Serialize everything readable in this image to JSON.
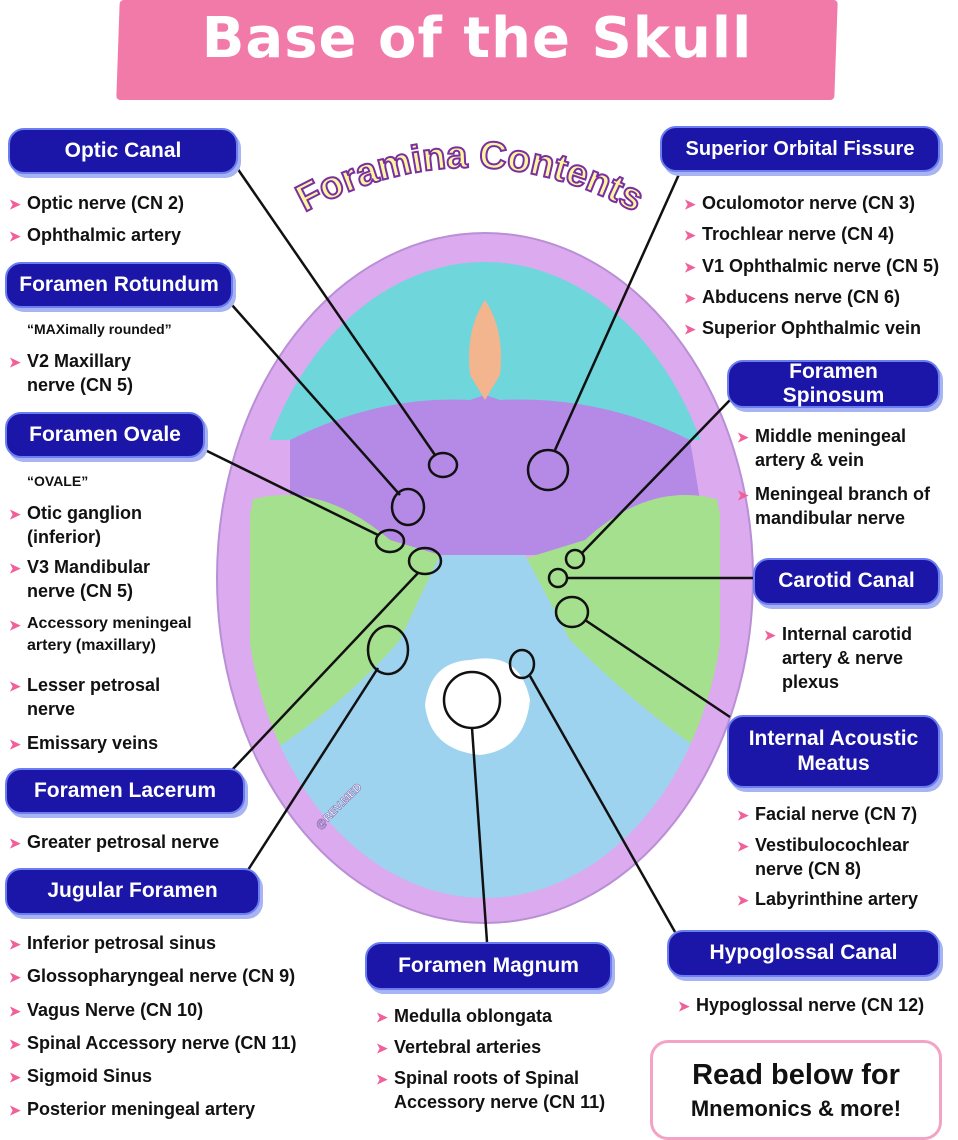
{
  "title": "Base of the Skull",
  "subtitle": "Foramina Contents",
  "watermark": "@REV.MED",
  "colors": {
    "banner": "#f27aa9",
    "label_bg": "#1c16a8",
    "arrow": "#f0609a",
    "cyan": "#6fd6dc",
    "purple": "#b48ae6",
    "green": "#a5e08f",
    "blue": "#9ed3ef",
    "ring": "#dcaaee"
  },
  "optic": {
    "label": "Optic Canal",
    "items": [
      "Optic nerve (CN 2)",
      "Ophthalmic artery"
    ]
  },
  "rotundum": {
    "label": "Foramen Rotundum",
    "note": "“MAXimally rounded”",
    "items": [
      "V2 Maxillary\nnerve (CN 5)"
    ]
  },
  "ovale": {
    "label": "Foramen Ovale",
    "note": "“OVALE”",
    "items": [
      "Otic ganglion (inferior)",
      "V3 Mandibular nerve (CN 5)",
      "Accessory meningeal artery (maxillary)",
      "Lesser petrosal nerve",
      "Emissary veins"
    ]
  },
  "lacerum": {
    "label": "Foramen Lacerum",
    "items": [
      "Greater petrosal nerve"
    ]
  },
  "jugular": {
    "label": "Jugular Foramen",
    "items": [
      "Inferior petrosal sinus",
      "Glossopharyngeal nerve (CN 9)",
      "Vagus Nerve (CN 10)",
      "Spinal Accessory nerve (CN 11)",
      "Sigmoid Sinus",
      "Posterior meningeal artery"
    ]
  },
  "magnum": {
    "label": "Foramen Magnum",
    "items": [
      "Medulla oblongata",
      "Vertebral arteries",
      "Spinal roots of Spinal Accessory nerve (CN 11)"
    ]
  },
  "sof": {
    "label": "Superior Orbital Fissure",
    "items": [
      "Oculomotor nerve (CN 3)",
      "Trochlear nerve (CN 4)",
      "V1 Ophthalmic nerve (CN 5)",
      "Abducens nerve (CN 6)",
      "Superior Ophthalmic vein"
    ]
  },
  "spinosum": {
    "label": "Foramen Spinosum",
    "items": [
      "Middle meningeal artery & vein",
      "Meningeal branch of mandibular nerve"
    ]
  },
  "carotid": {
    "label": "Carotid Canal",
    "items": [
      "Internal carotid artery & nerve plexus"
    ]
  },
  "iam": {
    "label": "Internal Acoustic Meatus",
    "items": [
      "Facial nerve (CN 7)",
      "Vestibulocochlear nerve (CN 8)",
      "Labyrinthine artery"
    ]
  },
  "hypoglossal": {
    "label": "Hypoglossal Canal",
    "items": [
      "Hypoglossal nerve (CN 12)"
    ]
  },
  "read_more": {
    "line1": "Read below for",
    "line2": "Mnemonics & more!"
  }
}
